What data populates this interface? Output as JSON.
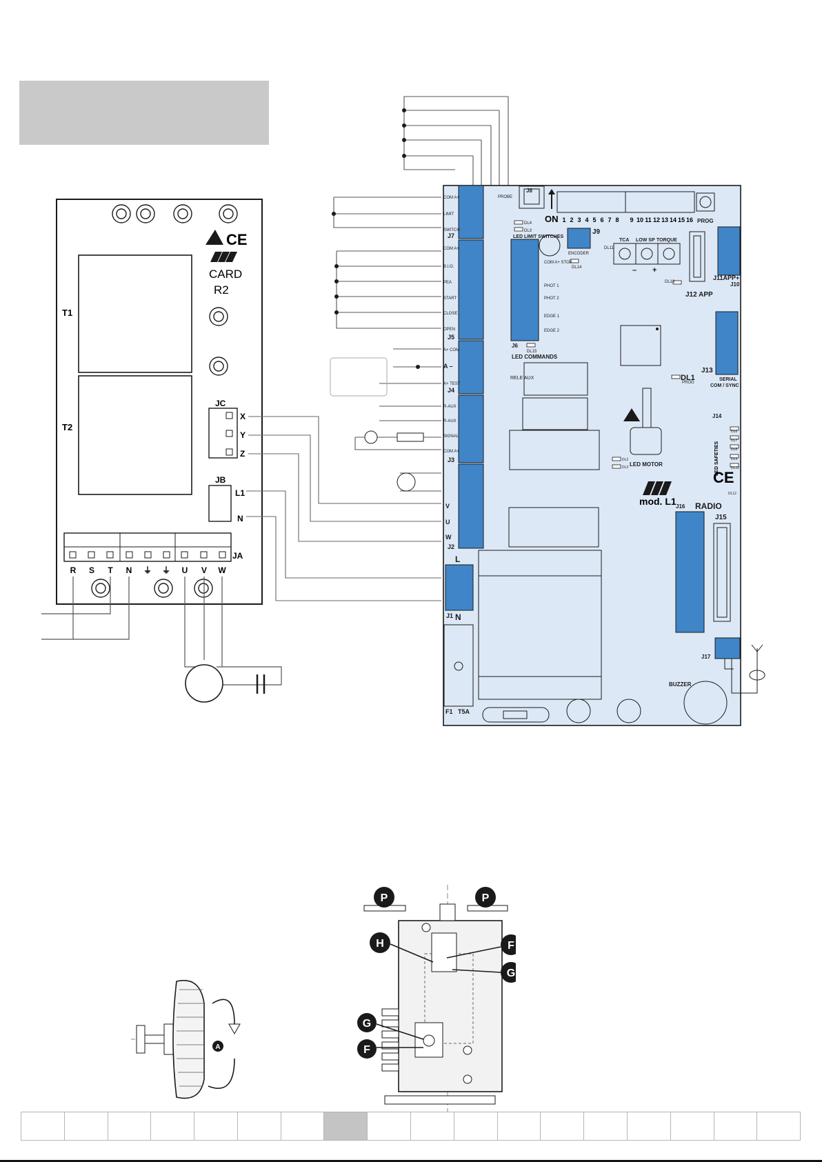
{
  "card_r2": {
    "label_card": "CARD",
    "label_r2": "R2",
    "transformers": [
      "T1",
      "T2"
    ],
    "jc": {
      "name": "JC",
      "pins": [
        "X",
        "Y",
        "Z"
      ]
    },
    "jb": {
      "name": "JB",
      "pins": [
        "L1",
        "N"
      ]
    },
    "ja": {
      "name": "JA",
      "pins": [
        "R",
        "S",
        "T",
        "N",
        "⏚",
        "⏚",
        "U",
        "V",
        "W"
      ]
    },
    "ce": "CE"
  },
  "main_board": {
    "model": "mod. L1",
    "ce": "CE",
    "left_labels": [
      "COM A+",
      "LIMIT",
      "SWITCH",
      "J7",
      "COM A+",
      "B.I.O.",
      "PEA",
      "START",
      "CLOSE",
      "OPEN",
      "J5",
      "A+ COM",
      "A –",
      "A+ TEST",
      "J4",
      "R-AUX",
      "R-AUX",
      "SIGNAL",
      "COM A+",
      "J3",
      "V",
      "U",
      "W",
      "J2",
      "L",
      "J1",
      "N"
    ],
    "j6": {
      "name": "J6",
      "labels": [
        "COM A+ STOP",
        "PHOT 1",
        "PHOT 2",
        "EDGE 1",
        "EDGE 2"
      ],
      "dl": "DL15"
    },
    "j8": {
      "name": "J8",
      "sub": "PROBE"
    },
    "dip": {
      "on": "ON",
      "nums": [
        "1",
        "2",
        "3",
        "4",
        "5",
        "6",
        "7",
        "8",
        "9",
        "10",
        "11",
        "12",
        "13",
        "14",
        "15",
        "16"
      ]
    },
    "prog": "PROG",
    "led_limit": "LED LIMIT SWITCHES",
    "dl_small": [
      "DL4",
      "DL3",
      "DL11",
      "DL14",
      "DL13"
    ],
    "j9": {
      "name": "J9",
      "sub": "ENCODER"
    },
    "trimmers": [
      "TCA",
      "LOW SP",
      "TORQUE"
    ],
    "trimmer_signs": [
      "–",
      "+"
    ],
    "j10": "J10",
    "j11": "J11APP+",
    "j12": "J12 APP",
    "led_commands": "LED COMMANDS",
    "rele_aux": "RELE AUX",
    "dl1": {
      "name": "DL1",
      "sub": "PROG"
    },
    "j13": {
      "name": "J13",
      "sub1": "SERIAL",
      "sub2": "COM / SYNC"
    },
    "j14": "J14",
    "led_safeties": "LED SAFETIES",
    "dl_safety": [
      "DL6",
      "DL7",
      "DL8",
      "DL9",
      "DL10"
    ],
    "led_motor": "LED MOTOR",
    "dl_motor": [
      "DL2",
      "DL3"
    ],
    "dl12": "DL12",
    "j16": "J16",
    "radio": "RADIO",
    "j15": "J15",
    "j17": "J17",
    "buzzer": "BUZZER",
    "fuse": {
      "name": "F1",
      "rating": "T5A"
    }
  },
  "adjust_knob": {
    "badge": "A"
  },
  "limit_switch": {
    "badges": [
      "P",
      "P",
      "H",
      "F",
      "G",
      "G",
      "F"
    ]
  },
  "nav": {
    "cells": 18,
    "active_index": 7
  }
}
